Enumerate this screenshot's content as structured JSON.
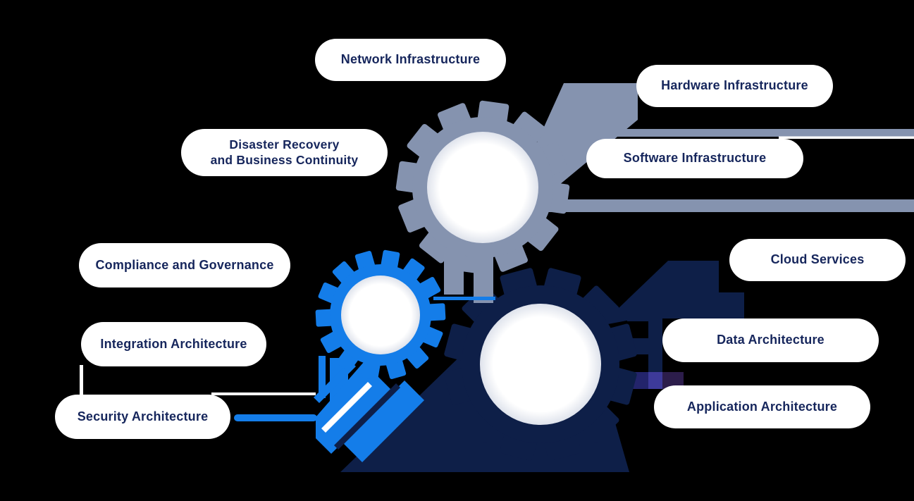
{
  "pills": {
    "network": "Network Infrastructure",
    "hardware": "Hardware Infrastructure",
    "software": "Software Infrastructure",
    "disaster": "Disaster Recovery\nand Business Continuity",
    "compliance": "Compliance and Governance",
    "cloud": "Cloud Services",
    "integration": "Integration Architecture",
    "data": "Data Architecture",
    "security": "Security Architecture",
    "application": "Application Architecture"
  },
  "colors": {
    "gear_gray": "#8593AF",
    "gear_blue": "#147DE9",
    "gear_navy": "#0E1F48",
    "label_text": "#16265C",
    "pill_bg": "#FFFFFF",
    "background": "#000000",
    "overlap_indigo": "#3D3A9A",
    "overlap_blue": "#23246B",
    "overlap_plum": "#2C1D4B"
  }
}
